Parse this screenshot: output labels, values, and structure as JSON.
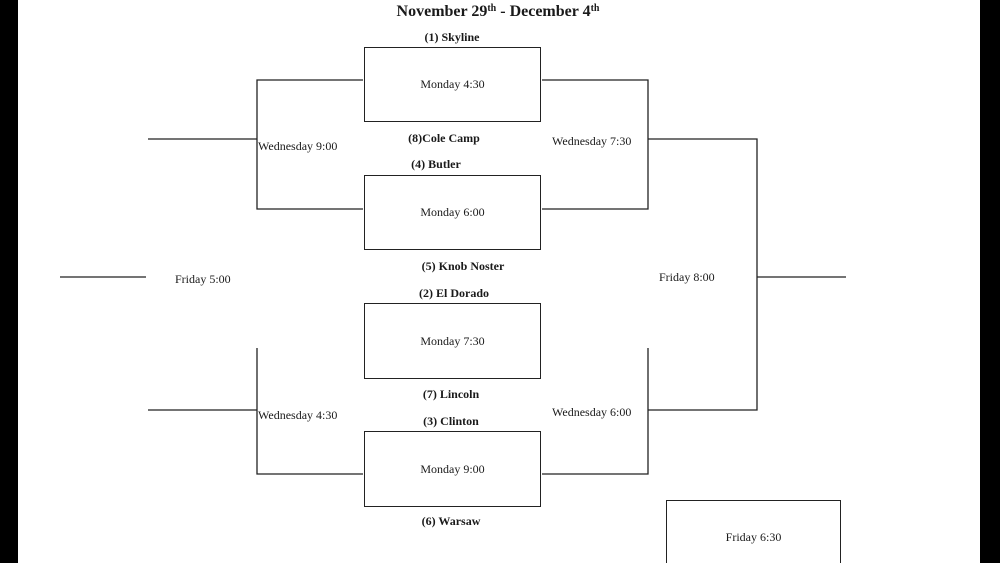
{
  "title": {
    "part1": "November 29",
    "sup1": "th",
    "part2": " - December 4",
    "sup2": "th"
  },
  "teams": {
    "skyline": "(1) Skyline",
    "cole_camp": "(8)Cole Camp",
    "butler": "(4) Butler",
    "knob_noster": "(5)   Knob Noster",
    "el_dorado": "(2) El Dorado",
    "lincoln": "(7) Lincoln",
    "clinton": "(3) Clinton",
    "warsaw": "(6) Warsaw"
  },
  "games": {
    "g1": "Monday 4:30",
    "g2": "Monday 6:00",
    "g3": "Monday 7:30",
    "g4": "Monday 9:00",
    "cons_top": "Wednesday 9:00",
    "cons_bottom": "Wednesday 4:30",
    "semi_top": "Wednesday 7:30",
    "semi_bottom": "Wednesday 6:00",
    "cons_final": "Friday 5:00",
    "final": "Friday 8:00",
    "third": "Friday 6:30"
  }
}
